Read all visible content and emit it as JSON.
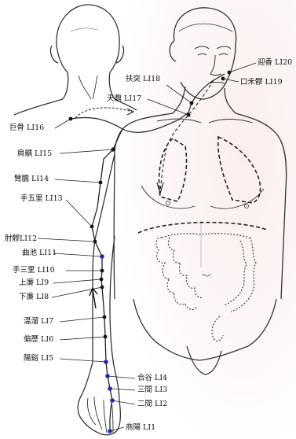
{
  "points": [
    {
      "id": "li20",
      "label": "迎香 LI20"
    },
    {
      "id": "li19",
      "label": "口禾髎 LI19"
    },
    {
      "id": "li18",
      "label": "扶突 LI18"
    },
    {
      "id": "li17",
      "label": "天鼎 LI17"
    },
    {
      "id": "li16",
      "label": "巨骨 LI16"
    },
    {
      "id": "li15",
      "label": "肩髃 LI15"
    },
    {
      "id": "li14",
      "label": "臂臑 LI14"
    },
    {
      "id": "li13",
      "label": "手五里 LI13"
    },
    {
      "id": "li12",
      "label": "肘髎LI12"
    },
    {
      "id": "li11",
      "label": "曲池 LI11"
    },
    {
      "id": "li10",
      "label": "手三里 LI10"
    },
    {
      "id": "li9",
      "label": "上廉 LI9"
    },
    {
      "id": "li8",
      "label": "下廉 LI8"
    },
    {
      "id": "li7",
      "label": "温溜 LI7"
    },
    {
      "id": "li6",
      "label": "偏歷 LI6"
    },
    {
      "id": "li5",
      "label": "陽谿 LI5"
    },
    {
      "id": "li4",
      "label": "合谷 LI4"
    },
    {
      "id": "li3",
      "label": "三間 LI3"
    },
    {
      "id": "li2",
      "label": "二間 LI2"
    },
    {
      "id": "li1",
      "label": "商陽 LI1"
    }
  ],
  "colors": {
    "line": "#222222",
    "dot_black": "#111111",
    "dot_blue": "#1a2bd6",
    "background_tint": "#fbeeee"
  }
}
